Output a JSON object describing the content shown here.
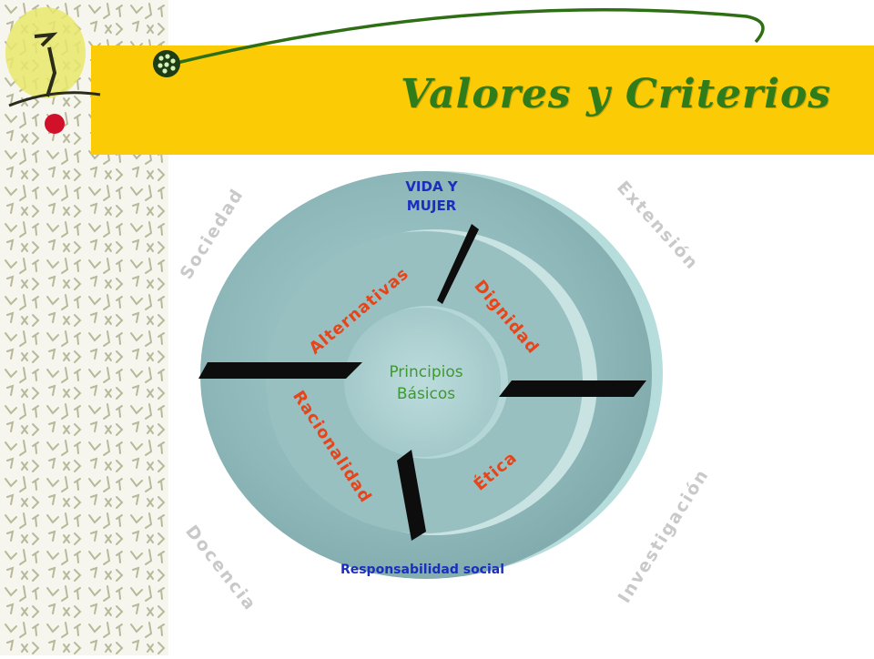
{
  "title": "Valores y Criterios",
  "outer_labels": {
    "top_left": "Sociedad",
    "top_right": "Extensión",
    "bottom_left": "Docencia",
    "bottom_right": "Investigación"
  },
  "ring_labels": {
    "top": "VIDA Y MUJER",
    "top_line1": "VIDA Y",
    "top_line2": "MUJER",
    "bottom": "Responsabilidad social"
  },
  "values": {
    "alternativas": "Alternativas",
    "dignidad": "Dignidad",
    "racionalidad": "Racionalidad",
    "etica": "Ética"
  },
  "center": {
    "line1": "Principios",
    "line2": "Básicos"
  },
  "colors": {
    "title_green": "#2e7d1a",
    "band_yellow": "#fbcb05",
    "disc_teal": "#8fb9bb",
    "value_orange": "#e8441a",
    "ring_label_blue": "#1a2fbf",
    "outer_label_gray": "#c9c9c9",
    "center_green": "#3e9a2e"
  }
}
